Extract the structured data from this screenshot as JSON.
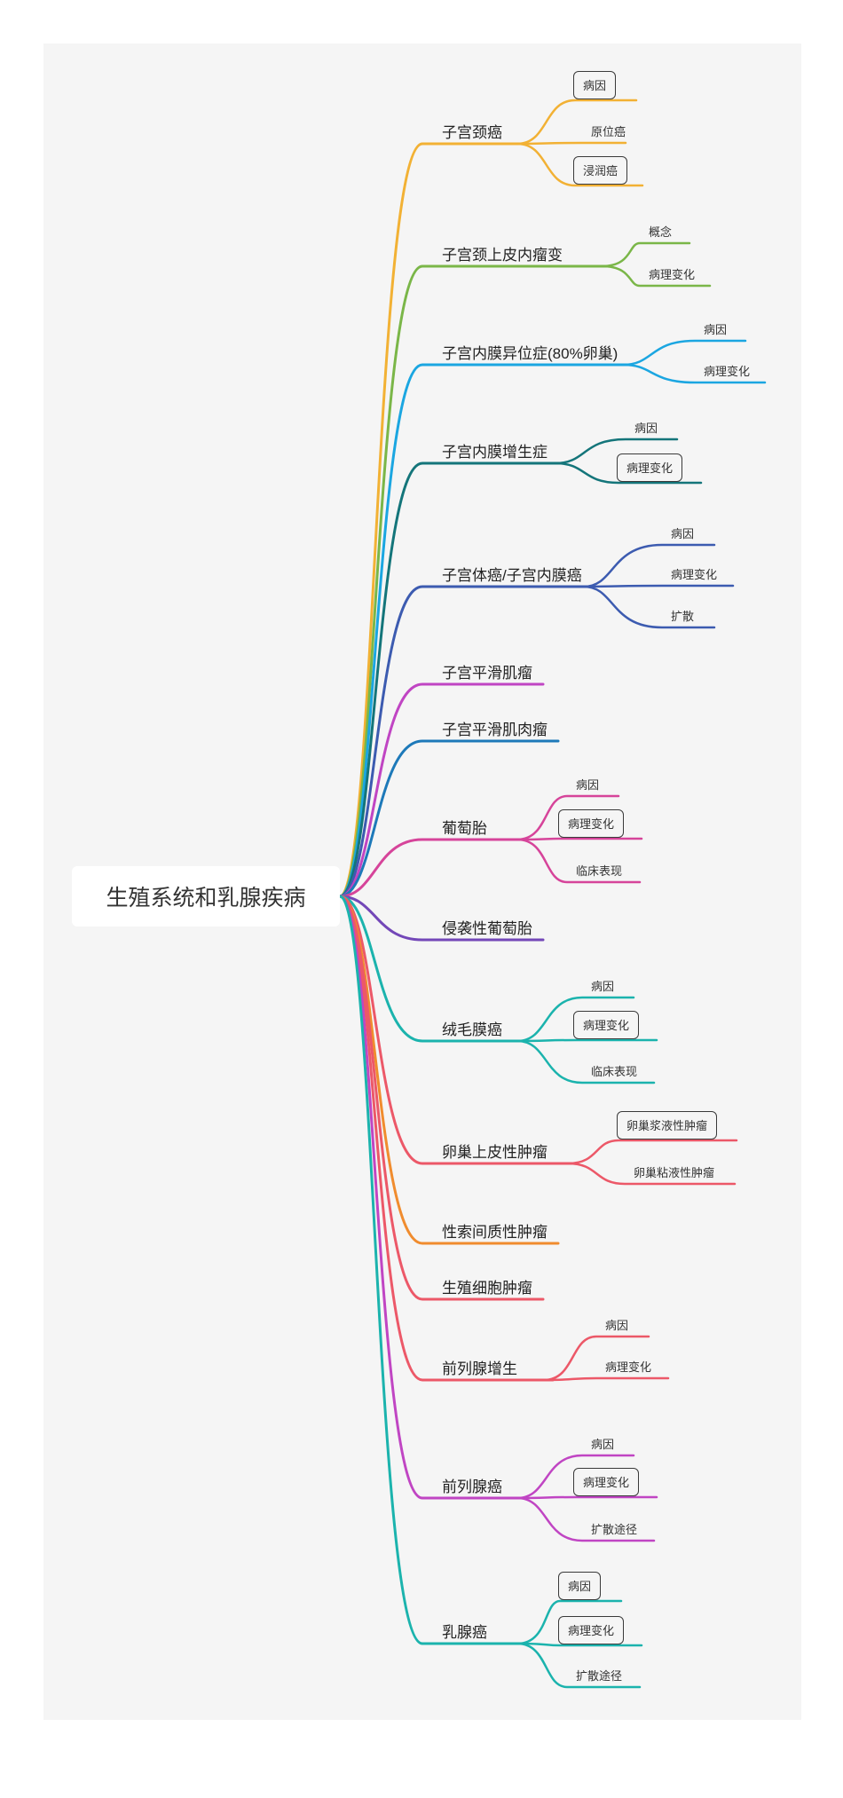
{
  "root": "生殖系统和乳腺疾病",
  "branches": [
    {
      "label": "子宫颈癌",
      "color": "#f2b134",
      "children": [
        {
          "label": "病因",
          "boxed": true
        },
        {
          "label": "原位癌",
          "boxed": false
        },
        {
          "label": "浸润癌",
          "boxed": true
        }
      ]
    },
    {
      "label": "子宫颈上皮内瘤变",
      "color": "#7ab648",
      "children": [
        {
          "label": "概念",
          "boxed": false
        },
        {
          "label": "病理变化",
          "boxed": false
        }
      ]
    },
    {
      "label": "子宫内膜异位症(80%卵巢)",
      "color": "#1ba6e1",
      "children": [
        {
          "label": "病因",
          "boxed": false
        },
        {
          "label": "病理变化",
          "boxed": false
        }
      ]
    },
    {
      "label": "子宫内膜增生症",
      "color": "#14757a",
      "children": [
        {
          "label": "病因",
          "boxed": false
        },
        {
          "label": "病理变化",
          "boxed": true
        }
      ]
    },
    {
      "label": "子宫体癌/子宫内膜癌",
      "color": "#3c5bb0",
      "children": [
        {
          "label": "病因",
          "boxed": false
        },
        {
          "label": "病理变化",
          "boxed": false
        },
        {
          "label": "扩散",
          "boxed": false
        }
      ]
    },
    {
      "label": "子宫平滑肌瘤",
      "color": "#c045c3",
      "children": []
    },
    {
      "label": "子宫平滑肌肉瘤",
      "color": "#1d79b9",
      "children": []
    },
    {
      "label": "葡萄胎",
      "color": "#d6449a",
      "children": [
        {
          "label": "病因",
          "boxed": false
        },
        {
          "label": "病理变化",
          "boxed": true
        },
        {
          "label": "临床表现",
          "boxed": false
        }
      ]
    },
    {
      "label": "侵袭性葡萄胎",
      "color": "#7347b8",
      "children": []
    },
    {
      "label": "绒毛膜癌",
      "color": "#1bb3ad",
      "children": [
        {
          "label": "病因",
          "boxed": false
        },
        {
          "label": "病理变化",
          "boxed": true
        },
        {
          "label": "临床表现",
          "boxed": false
        }
      ]
    },
    {
      "label": "卵巢上皮性肿瘤",
      "color": "#ec5868",
      "children": [
        {
          "label": "卵巢浆液性肿瘤",
          "boxed": true
        },
        {
          "label": "卵巢粘液性肿瘤",
          "boxed": false
        }
      ]
    },
    {
      "label": "性索间质性肿瘤",
      "color": "#f08c2e",
      "children": []
    },
    {
      "label": "生殖细胞肿瘤",
      "color": "#ec5868",
      "children": []
    },
    {
      "label": "前列腺增生",
      "color": "#ec5868",
      "children": [
        {
          "label": "病因",
          "boxed": false
        },
        {
          "label": "病理变化",
          "boxed": false
        }
      ]
    },
    {
      "label": "前列腺癌",
      "color": "#c045c3",
      "children": [
        {
          "label": "病因",
          "boxed": false
        },
        {
          "label": "病理变化",
          "boxed": true
        },
        {
          "label": "扩散途径",
          "boxed": false
        }
      ]
    },
    {
      "label": "乳腺癌",
      "color": "#1bb3ad",
      "children": [
        {
          "label": "病因",
          "boxed": true
        },
        {
          "label": "病理变化",
          "boxed": true
        },
        {
          "label": "扩散途径",
          "boxed": false
        }
      ]
    }
  ]
}
